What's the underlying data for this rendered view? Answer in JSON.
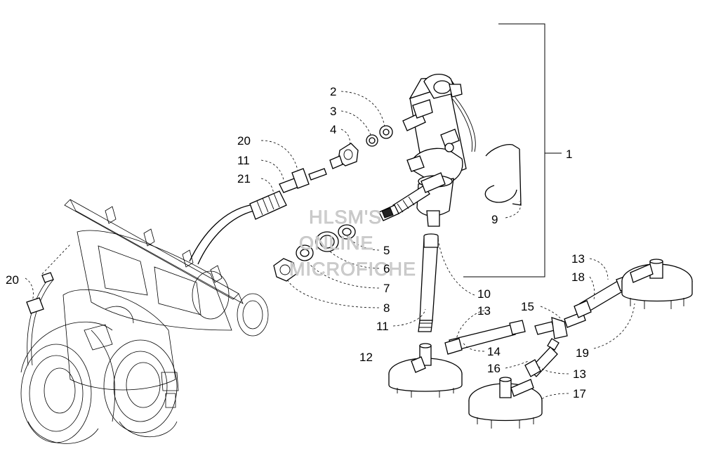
{
  "watermark": [
    "HLSM'S",
    "ONLINE",
    "MICROFICHE"
  ],
  "callouts": {
    "c1": "1",
    "c2": "2",
    "c3": "3",
    "c4": "4",
    "c5": "5",
    "c6": "6",
    "c7": "7",
    "c8": "8",
    "c9": "9",
    "c10": "10",
    "c11a": "11",
    "c11b": "11",
    "c12": "12",
    "c13a": "13",
    "c13b": "13",
    "c13c": "13",
    "c14": "14",
    "c15": "15",
    "c16": "16",
    "c17": "17",
    "c18": "18",
    "c19": "19",
    "c20a": "20",
    "c20b": "20",
    "c21": "21"
  }
}
